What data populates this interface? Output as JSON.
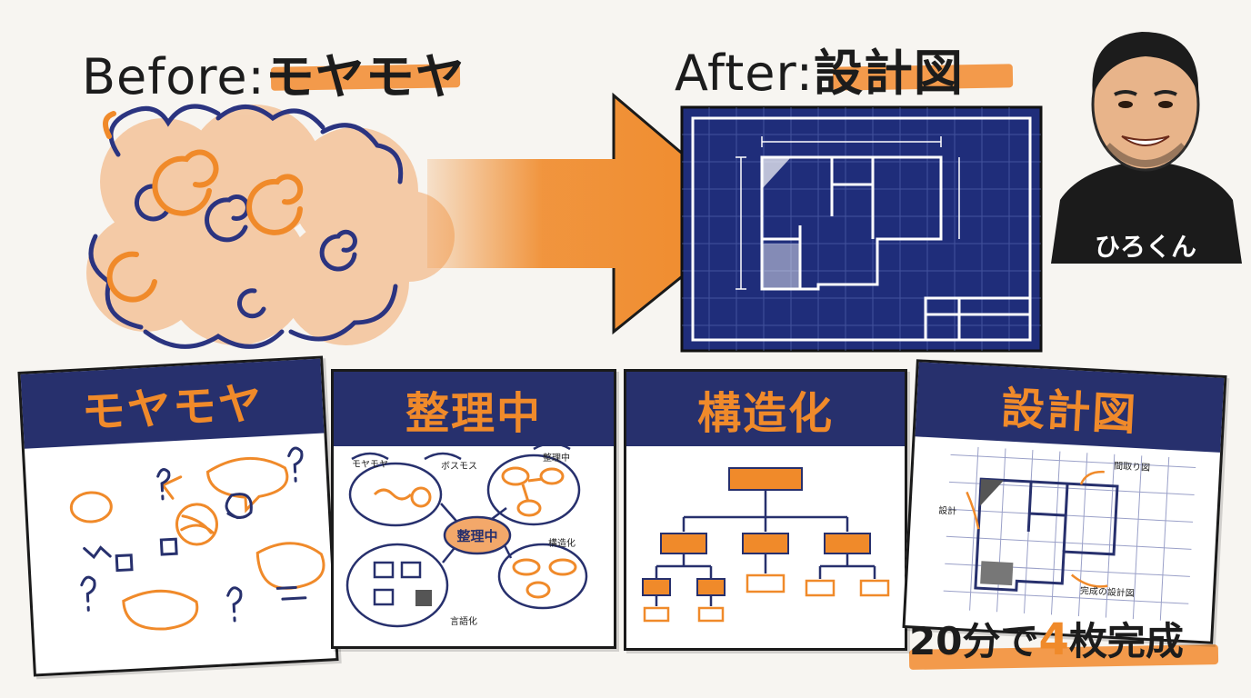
{
  "before": {
    "prefix": "Before:",
    "label": "モヤモヤ"
  },
  "after": {
    "prefix": "After:",
    "label": "設計図"
  },
  "person": {
    "name": "ひろくん"
  },
  "cards": [
    {
      "title": "モヤモヤ"
    },
    {
      "title": "整理中",
      "center": "整理中",
      "nodes": [
        "モヤモヤ",
        "ボスモス",
        "整理中",
        "構造化",
        "言語化"
      ]
    },
    {
      "title": "構造化"
    },
    {
      "title": "設計図",
      "notes": [
        "設計",
        "間取り図",
        "完成の設計図"
      ]
    }
  ],
  "footer": {
    "pre": "20分で",
    "num": "4",
    "post": "枚完成"
  },
  "colors": {
    "orange": "#f08a2a",
    "navy": "#27306d",
    "blueprint": "#1f2d7a"
  }
}
